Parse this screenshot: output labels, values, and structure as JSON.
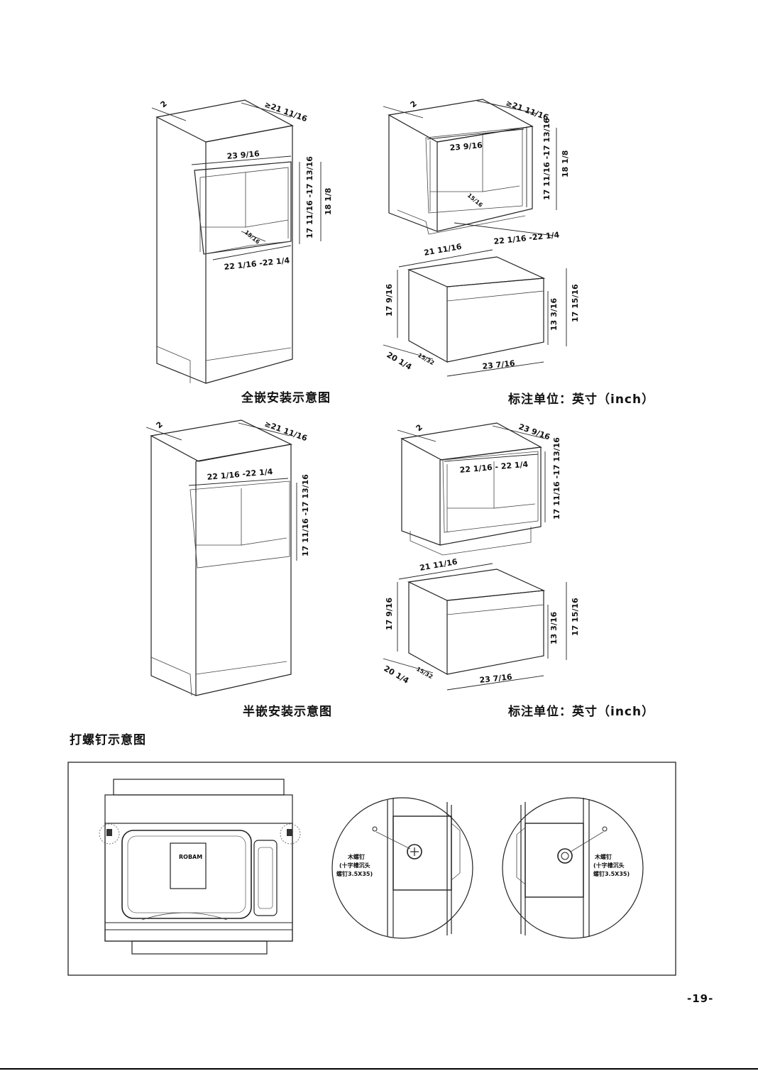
{
  "captions": {
    "full_install": "全嵌安装示意图",
    "half_install": "半嵌安装示意图",
    "unit_note_1": "标注单位：英寸（inch）",
    "unit_note_2": "标注单位：英寸（inch）",
    "screw_section": "打螺钉示意图",
    "page_number": "-19-"
  },
  "dimensions": {
    "cabinet_full": {
      "top_depth": "2",
      "top_width": "≥21 11/16",
      "opening_width": "23 9/16",
      "opening_height": "17 11/16 -17 13/16",
      "outer_height": "18 1/8",
      "bottom_gap": "15/16",
      "bottom_width": "22 1/16 -22 1/4"
    },
    "cabinet_full_small": {
      "top_depth": "2",
      "top_width": "≥21 11/16",
      "opening_width": "23 9/16",
      "opening_height": "17 11/16 -17 13/16",
      "outer_height": "18 1/8",
      "bottom_gap": "15/16",
      "bottom_width": "22 1/16 -22 1/4"
    },
    "oven_1": {
      "depth": "21 11/16",
      "left_height": "17 9/16",
      "door_height": "13 3/16",
      "total_height": "17 15/16",
      "bottom_depth": "20 1/4",
      "offset": "15/32",
      "width": "23 7/16"
    },
    "cabinet_half": {
      "top_depth": "2",
      "top_width": "≥21 11/16",
      "opening_width": "22 1/16 -22 1/4",
      "opening_height": "17 11/16 -17 13/16"
    },
    "cabinet_half_small": {
      "top_depth": "2",
      "top_width": "23 9/16",
      "opening_width": "22 1/16 - 22 1/4",
      "opening_height": "17 11/16 -17 13/16"
    },
    "oven_2": {
      "depth": "21 11/16",
      "left_height": "17 9/16",
      "door_height": "13 3/16",
      "total_height": "17 15/16",
      "bottom_depth": "20 1/4",
      "offset": "15/32",
      "width": "23 7/16"
    }
  },
  "screw_callout": {
    "left": {
      "line1": "木螺钉",
      "line2": "(十字槽沉头",
      "line3": "螺钉3.5X35)"
    },
    "right": {
      "line1": "木螺钉",
      "line2": "(十字槽沉头",
      "line3": "螺钉3.5X35)"
    },
    "oven_badge": "ROBAM"
  }
}
